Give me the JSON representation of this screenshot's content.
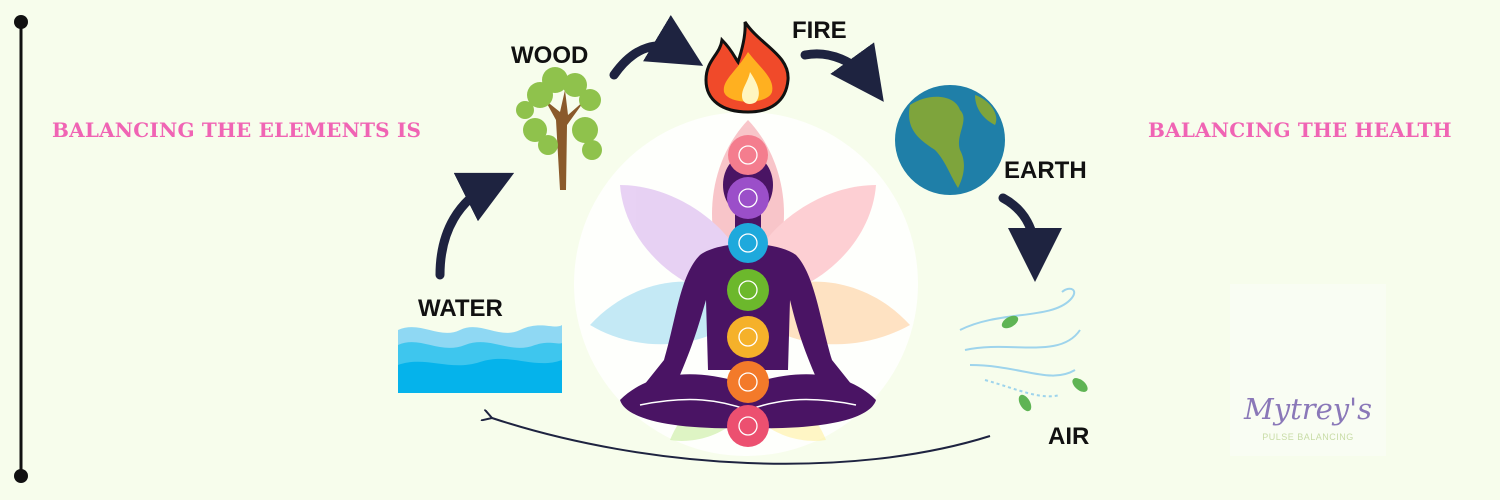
{
  "taglines": {
    "left": "BALANCING THE ELEMENTS IS",
    "right": "BALANCING THE HEALTH"
  },
  "elements": [
    {
      "label": "WOOD",
      "icon": "tree-icon"
    },
    {
      "label": "FIRE",
      "icon": "fire-icon"
    },
    {
      "label": "EARTH",
      "icon": "globe-icon"
    },
    {
      "label": "AIR",
      "icon": "wind-icon"
    },
    {
      "label": "WATER",
      "icon": "water-icon"
    }
  ],
  "logo": {
    "name": "Mytrey's",
    "subtitle": "PULSE BALANCING"
  },
  "colors": {
    "background": "#f7fdec",
    "accent_pink": "#f064b4",
    "arrow": "#1e2340",
    "figure": "#4a1464"
  }
}
